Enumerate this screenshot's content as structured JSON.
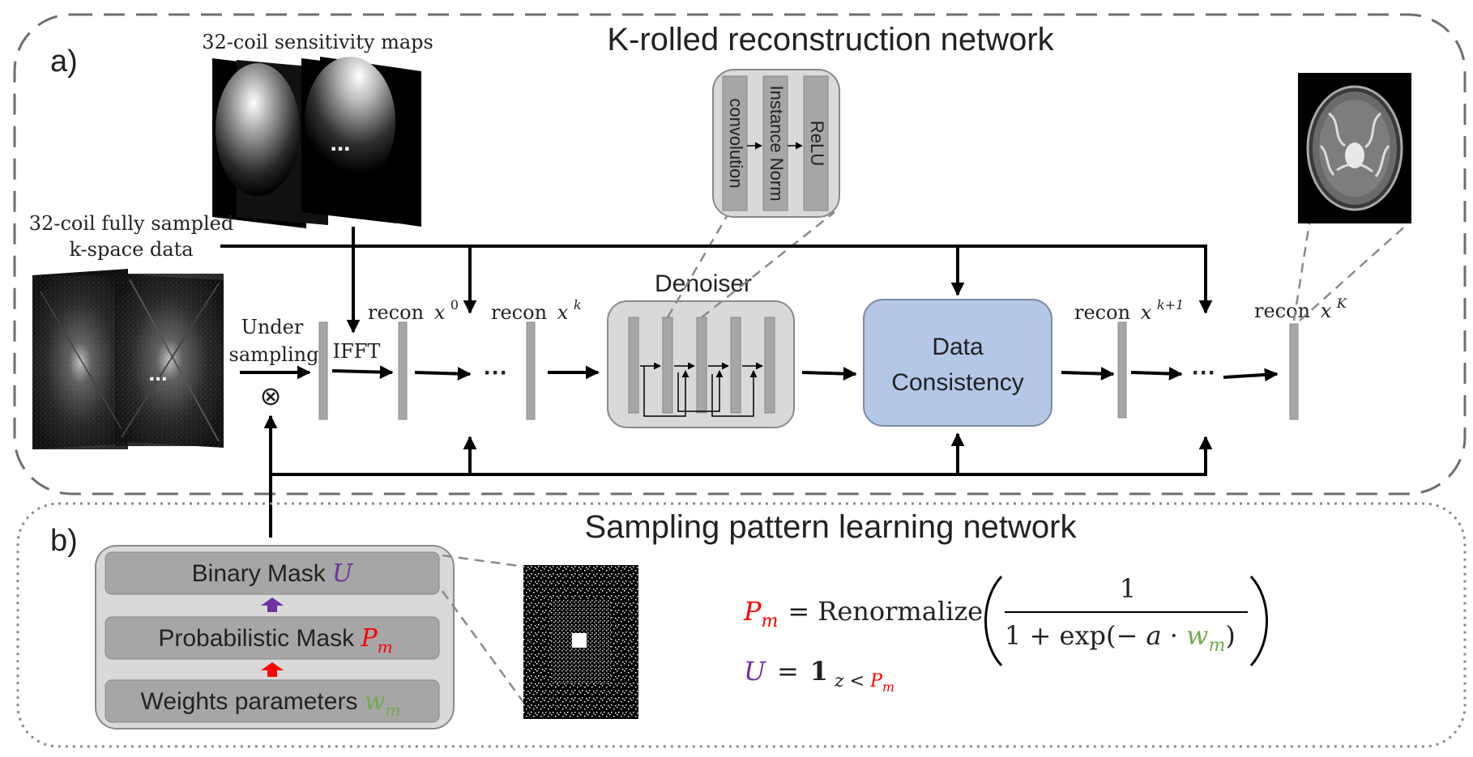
{
  "panel_a": {
    "letter": "a)",
    "title": "K-rolled reconstruction network",
    "sensitivity_label": "32-coil sensitivity maps",
    "kspace_label_line1": "32-coil fully sampled",
    "kspace_label_line2": "k-space data",
    "ellipsis": "...",
    "undersampling_line1": "Under",
    "undersampling_line2": "sampling",
    "multiply_symbol": "⊗",
    "ifft_label": "IFFT",
    "recon_word": "recon",
    "x_symbol": "x",
    "sup_0": "0",
    "sup_k": "k",
    "sup_k1": "k+1",
    "sup_K": "K",
    "dots": "···",
    "denoiser_label": "Denoiser",
    "block_conv": "convolution",
    "block_norm": "Instance Norm",
    "block_relu": "ReLU",
    "dc_line1": "Data",
    "dc_line2": "Consistency"
  },
  "panel_b": {
    "letter": "b)",
    "title": "Sampling pattern learning network",
    "binary_mask_text": "Binary Mask ",
    "binary_mask_sym": "U",
    "prob_mask_text": "Probabilistic Mask ",
    "prob_mask_sym": "P",
    "prob_mask_sub": "m",
    "weights_text": "Weights parameters ",
    "weights_sym": "w",
    "weights_sub": "m",
    "eq1_lhs": "P",
    "eq1_lhs_sub": "m",
    "eq1_eq": "=",
    "eq1_func": "Renormalize",
    "eq1_num": "1",
    "eq1_den_pre": "1 + exp(− ",
    "eq1_den_a": "a",
    "eq1_den_dot": " · ",
    "eq1_den_w": "w",
    "eq1_den_w_sub": "m",
    "eq1_den_post": ")",
    "eq2_lhs": "U",
    "eq2_eq": "=",
    "eq2_one": "1",
    "eq2_sub_z": "z",
    "eq2_sub_lt": " < ",
    "eq2_sub_P": "P",
    "eq2_sub_m": "m"
  },
  "colors": {
    "dashed_border": "#6e6e6e",
    "dotted_border": "#8a8a8a",
    "bar_fill": "#a6a6a6",
    "denoiser_fill": "#d9d9d9",
    "dc_fill": "#b4c7e7",
    "dc_border": "#7a8aa0",
    "arrow": "#000000",
    "purple": "#7030a0",
    "red": "#ff0000",
    "green": "#70ad47"
  }
}
